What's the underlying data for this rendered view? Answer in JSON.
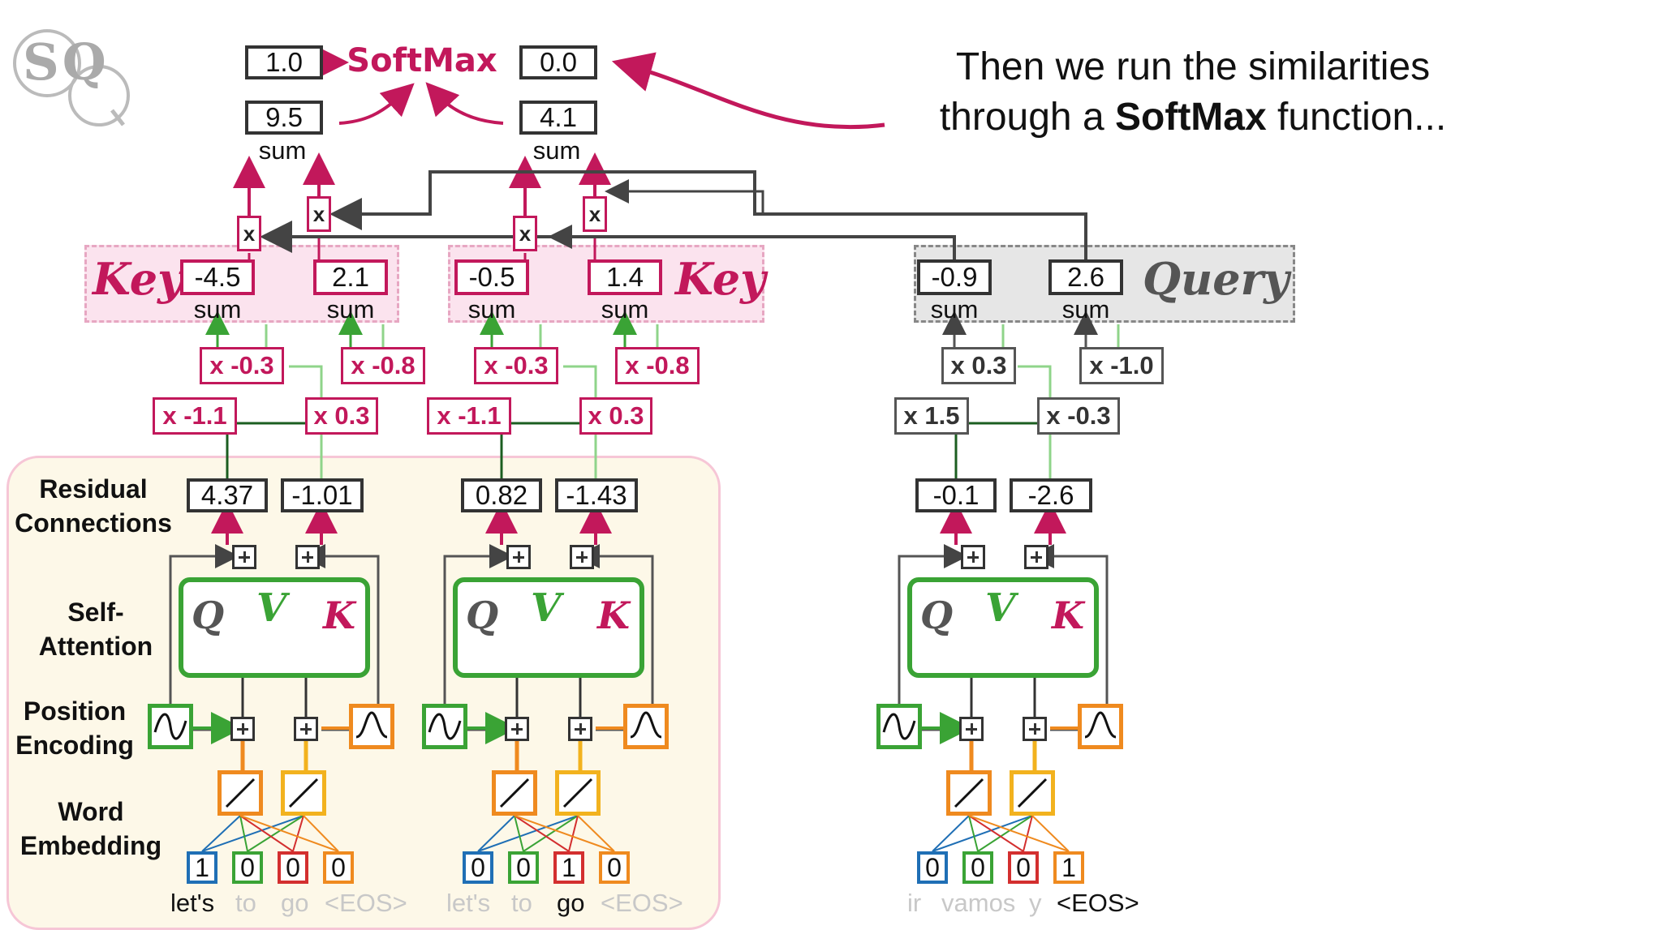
{
  "caption": {
    "line1": "Then we run the similarities",
    "line2_pre": "through a ",
    "line2_bold": "SoftMax",
    "line2_post": " function..."
  },
  "logo_text": "SQ",
  "softmax": {
    "label": "SoftMax",
    "out_left": "1.0",
    "out_right": "0.0",
    "sum_left": "9.5",
    "sum_right": "4.1",
    "sum_label": "sum"
  },
  "row_labels": {
    "residual": [
      "Residual",
      "Connections"
    ],
    "self_attention": [
      "Self-",
      "Attention"
    ],
    "position": [
      "Position",
      "Encoding"
    ],
    "word": [
      "Word",
      "Embedding"
    ]
  },
  "key_label": "Key",
  "query_label": "Query",
  "sum_label": "sum",
  "mul_symbol": "x",
  "attn_letters": {
    "q": "Q",
    "v": "V",
    "k": "K"
  },
  "columns": [
    {
      "keys": [
        "-4.5",
        "2.1"
      ],
      "weights_top": [
        "x -0.3",
        "x -0.8"
      ],
      "weights_bottom": [
        "x -1.1",
        "x 0.3"
      ],
      "residual": [
        "4.37",
        "-1.01"
      ],
      "onehot": [
        "1",
        "0",
        "0",
        "0"
      ],
      "words": [
        "let's",
        "to",
        "go",
        "<EOS>"
      ],
      "active_word": 0
    },
    {
      "keys": [
        "-0.5",
        "1.4"
      ],
      "weights_top": [
        "x -0.3",
        "x -0.8"
      ],
      "weights_bottom": [
        "x -1.1",
        "x 0.3"
      ],
      "residual": [
        "0.82",
        "-1.43"
      ],
      "onehot": [
        "0",
        "0",
        "1",
        "0"
      ],
      "words": [
        "let's",
        "to",
        "go",
        "<EOS>"
      ],
      "active_word": 2
    },
    {
      "keys": [
        "-0.9",
        "2.6"
      ],
      "weights_top": [
        "x 0.3",
        "x -1.0"
      ],
      "weights_bottom": [
        "x 1.5",
        "x -0.3"
      ],
      "residual": [
        "-0.1",
        "-2.6"
      ],
      "onehot": [
        "0",
        "0",
        "0",
        "1"
      ],
      "words": [
        "ir",
        "vamos",
        "y",
        "<EOS>"
      ],
      "active_word": 3
    }
  ],
  "colors": {
    "pink": "#c2185b",
    "green": "#3aa335",
    "light_green": "#8fd48a",
    "orange": "#ef8a1f",
    "gold": "#f2b21e",
    "blue": "#1f6fb5",
    "red": "#d32f2f",
    "encoder_bg": "#fdf8e8",
    "key_bg": "#fbe3ee",
    "query_bg": "#e6e6e6"
  }
}
